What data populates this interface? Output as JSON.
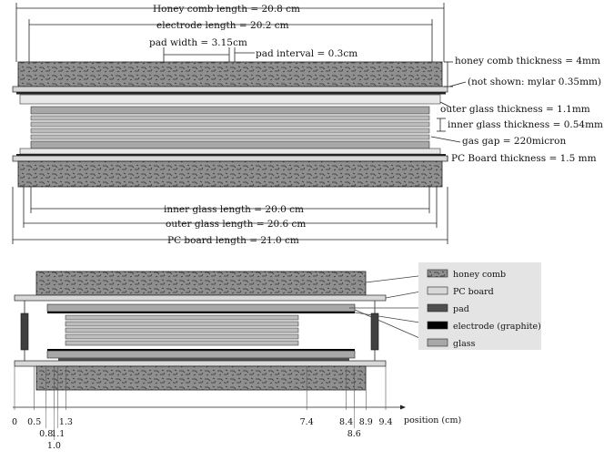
{
  "top_diagram": {
    "honeycomb_length": "Honey comb length = 20.8 cm",
    "electrode_length": "electrode length = 20.2 cm",
    "pad_width": "pad width = 3.15cm",
    "pad_interval": "pad interval = 0.3cm",
    "honeycomb_thickness": "honey comb thickness = 4mm",
    "mylar_note": "(not shown: mylar 0.35mm)",
    "outer_glass_thickness": "outer glass thickness = 1.1mm",
    "inner_glass_thickness": "inner glass thickness = 0.54mm",
    "gas_gap": "gas gap = 220micron",
    "pc_board_thickness": "PC Board thickness = 1.5 mm",
    "inner_glass_length": "inner glass length = 20.0 cm",
    "outer_glass_length": "outer glass length = 20.6 cm",
    "pc_board_length": "PC board length = 21.0 cm"
  },
  "legend": {
    "items": [
      {
        "label": "honey comb",
        "swatch": "honeycomb"
      },
      {
        "label": "PC board",
        "swatch": "#d8d8d8"
      },
      {
        "label": "pad",
        "swatch": "#505050"
      },
      {
        "label": "electrode (graphite)",
        "swatch": "#000000"
      },
      {
        "label": "glass",
        "swatch": "#a8a8a8"
      }
    ]
  },
  "position_axis": {
    "label": "position (cm)",
    "range": [
      0,
      9.4
    ],
    "ticks": [
      {
        "text": "0",
        "value": 0,
        "row": 0
      },
      {
        "text": "0.5",
        "value": 0.5,
        "row": 0
      },
      {
        "text": "0.8",
        "value": 0.8,
        "row": 1
      },
      {
        "text": "1.0",
        "value": 1.0,
        "row": 2
      },
      {
        "text": "1.1",
        "value": 1.1,
        "row": 1
      },
      {
        "text": "1.3",
        "value": 1.3,
        "row": 0
      },
      {
        "text": "7.4",
        "value": 7.4,
        "row": 0
      },
      {
        "text": "8.4",
        "value": 8.4,
        "row": 0
      },
      {
        "text": "8.6",
        "value": 8.6,
        "row": 1
      },
      {
        "text": "8.9",
        "value": 8.9,
        "row": 0
      },
      {
        "text": "9.4",
        "value": 9.4,
        "row": 0
      }
    ]
  },
  "colors": {
    "honeycomb_fill": "#8c8c8c",
    "pc_board": "#d8d8d8",
    "glass": "#a8a8a8",
    "pad": "#505050",
    "electrode": "#000000",
    "legend_bg": "#e4e4e4"
  }
}
